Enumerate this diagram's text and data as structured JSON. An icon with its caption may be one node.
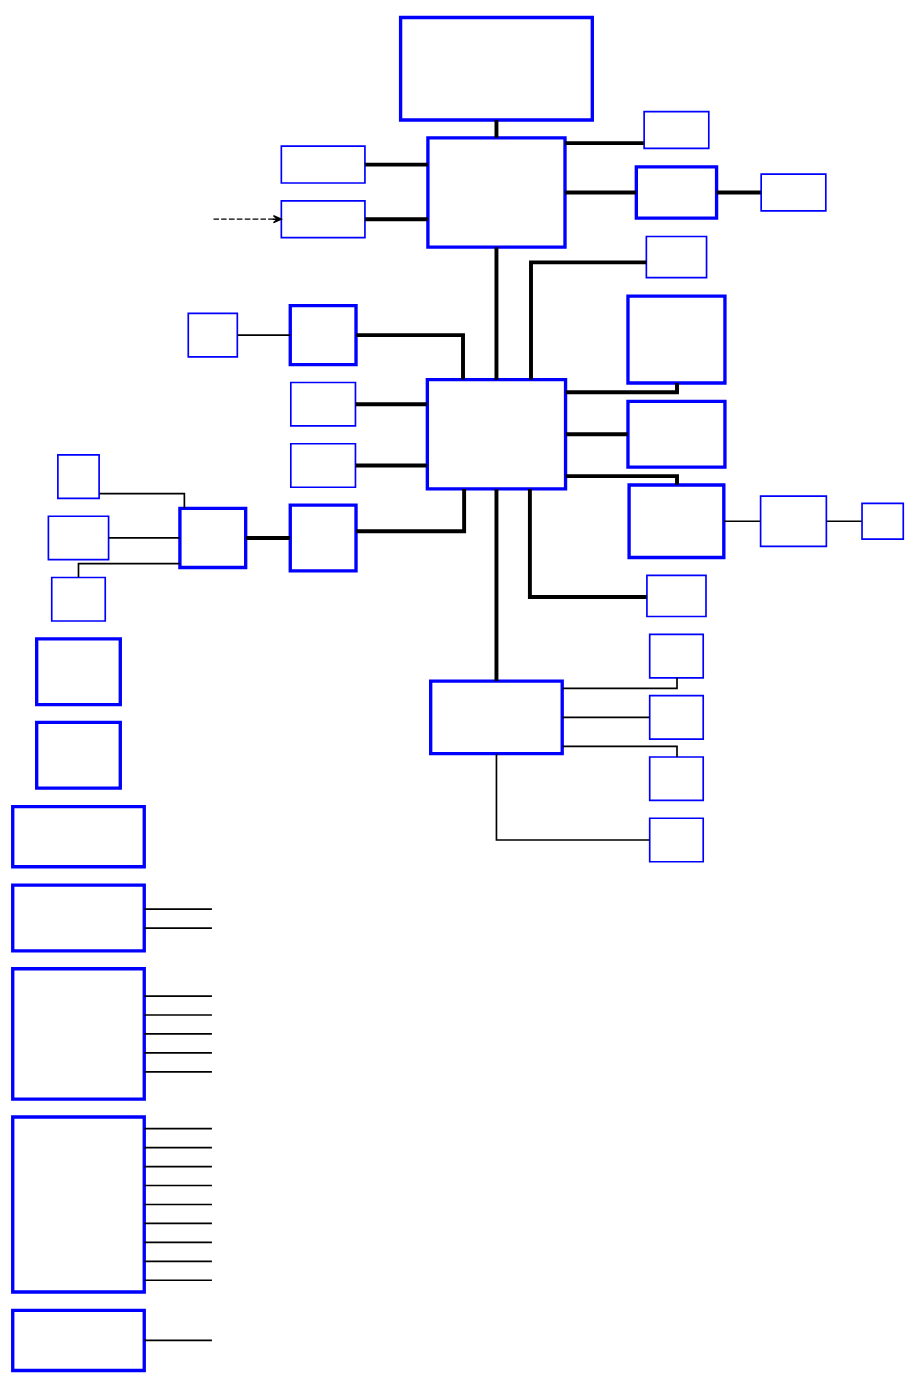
{
  "diagram": {
    "nodes": [
      {
        "text": [],
        "shape": "box"
      },
      {
        "text": [],
        "shape": "box"
      },
      {
        "text": [],
        "shape": "box"
      },
      {
        "text": [],
        "shape": "box"
      },
      {
        "text": [],
        "shape": "box"
      },
      {
        "text": [],
        "shape": "box"
      },
      {
        "text": [],
        "shape": "box"
      },
      {
        "text": [],
        "shape": "box"
      },
      {
        "text": [],
        "shape": "box"
      },
      {
        "text": [],
        "shape": "box"
      },
      {
        "text": [],
        "shape": "box"
      },
      {
        "text": [],
        "shape": "box"
      },
      {
        "text": [],
        "shape": "box"
      },
      {
        "text": [],
        "shape": "box"
      },
      {
        "text": [],
        "shape": "box"
      },
      {
        "text": [],
        "shape": "box"
      },
      {
        "text": [],
        "shape": "box"
      },
      {
        "text": [],
        "shape": "box"
      },
      {
        "text": [],
        "shape": "box"
      },
      {
        "text": [],
        "shape": "box"
      },
      {
        "text": [],
        "shape": "box"
      },
      {
        "text": [],
        "shape": "box"
      },
      {
        "text": [],
        "shape": "box"
      },
      {
        "text": [],
        "shape": "box"
      },
      {
        "text": [],
        "shape": "box"
      },
      {
        "text": [],
        "shape": "box"
      },
      {
        "text": [],
        "shape": "box"
      },
      {
        "text": [],
        "shape": "box"
      },
      {
        "text": [],
        "shape": "box"
      },
      {
        "text": [],
        "shape": "box"
      },
      {
        "text": [],
        "shape": "box"
      },
      {
        "text": [],
        "shape": "box"
      },
      {
        "text": [],
        "shape": "box"
      },
      {
        "text": [],
        "shape": "box"
      },
      {
        "text": [],
        "shape": "box"
      },
      {
        "text": [],
        "shape": "box"
      }
    ],
    "edges": [
      {
        "from": 0,
        "to": null,
        "arrow": "none"
      },
      {
        "from": 1,
        "to": null,
        "arrow": "none"
      },
      {
        "from": 1,
        "to": null,
        "arrow": "none"
      },
      {
        "from": 1,
        "to": null,
        "arrow": "none"
      },
      {
        "from": 1,
        "to": null,
        "arrow": "none"
      },
      {
        "from": 1,
        "to": null,
        "arrow": "none"
      },
      {
        "from": 1,
        "to": null,
        "arrow": "none"
      },
      {
        "from": 1,
        "to": null,
        "arrow": "none"
      },
      {
        "from": 1,
        "to": null,
        "arrow": "none"
      },
      {
        "from": 1,
        "to": null,
        "arrow": "none"
      },
      {
        "from": 2,
        "to": null,
        "arrow": "none"
      },
      {
        "from": 2,
        "to": null,
        "arrow": "none"
      },
      {
        "from": 2,
        "to": null,
        "arrow": "none"
      },
      {
        "from": 2,
        "to": null,
        "arrow": "none"
      },
      {
        "from": 2,
        "to": null,
        "arrow": "none"
      },
      {
        "from": 3,
        "to": null,
        "arrow": "none"
      },
      {
        "from": 3,
        "to": null,
        "arrow": "none"
      },
      {
        "from": null,
        "to": 7,
        "arrow": "to",
        "style": "dashed"
      },
      {
        "from": 7,
        "to": 12,
        "arrow": "none",
        "style": "thick"
      },
      {
        "from": 8,
        "to": 12,
        "arrow": "none",
        "style": "thick"
      },
      {
        "from": 11,
        "to": 12,
        "arrow": "none",
        "style": "thick"
      },
      {
        "from": 12,
        "to": 14,
        "arrow": "none",
        "style": "thick"
      },
      {
        "from": 14,
        "to": 15,
        "arrow": "none",
        "style": "thick"
      },
      {
        "from": 12,
        "to": 16,
        "arrow": "none",
        "style": "thick"
      },
      {
        "from": 12,
        "to": 13,
        "arrow": "none",
        "style": "thick"
      },
      {
        "from": 9,
        "to": 13,
        "arrow": "none",
        "style": "thick"
      },
      {
        "from": 10,
        "to": 13,
        "arrow": "none",
        "style": "thick"
      },
      {
        "from": 13,
        "to": 17,
        "arrow": "none",
        "style": "thick"
      },
      {
        "from": 13,
        "to": 18,
        "arrow": "none",
        "style": "thick"
      },
      {
        "from": 13,
        "to": 19,
        "arrow": "none",
        "style": "thick"
      },
      {
        "from": 19,
        "to": 20,
        "arrow": "none"
      },
      {
        "from": 20,
        "to": 21,
        "arrow": "none"
      },
      {
        "from": 13,
        "to": 34,
        "arrow": "none",
        "style": "thick"
      },
      {
        "from": 13,
        "to": 35,
        "arrow": "none",
        "style": "thick"
      },
      {
        "from": 13,
        "to": 29,
        "arrow": "none",
        "style": "thick"
      },
      {
        "from": 29,
        "to": 30,
        "arrow": "none"
      },
      {
        "from": 29,
        "to": 31,
        "arrow": "none"
      },
      {
        "from": 29,
        "to": 32,
        "arrow": "none"
      },
      {
        "from": 29,
        "to": 33,
        "arrow": "none"
      },
      {
        "from": 22,
        "to": 13,
        "arrow": "none",
        "style": "thick"
      },
      {
        "from": 24,
        "to": 13,
        "arrow": "none",
        "style": "thick"
      },
      {
        "from": 23,
        "to": 22,
        "arrow": "none",
        "style": "thick"
      },
      {
        "from": 25,
        "to": 23,
        "arrow": "none"
      },
      {
        "from": 26,
        "to": 23,
        "arrow": "none"
      },
      {
        "from": 27,
        "to": 23,
        "arrow": "none"
      },
      {
        "from": 28,
        "to": 24,
        "arrow": "none"
      }
    ]
  }
}
